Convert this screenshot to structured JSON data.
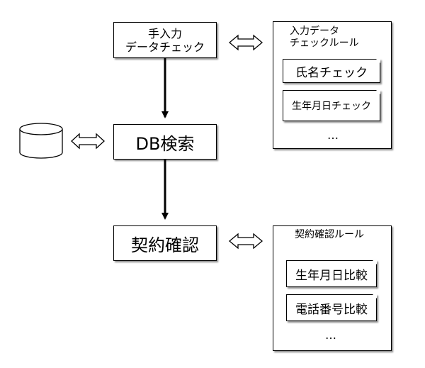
{
  "flow": {
    "step1": {
      "line1": "手入力",
      "line2": "データチェック"
    },
    "step2": {
      "label": "DB検索"
    },
    "step3": {
      "label": "契約確認"
    }
  },
  "input_rules": {
    "title_line1": "入力データ",
    "title_line2": "チェックルール",
    "items": [
      "氏名チェック",
      "生年月日チェック"
    ],
    "more": "…"
  },
  "contract_rules": {
    "title": "契約確認ルール",
    "items": [
      "生年月日比較",
      "電話番号比較"
    ],
    "more": "…"
  }
}
